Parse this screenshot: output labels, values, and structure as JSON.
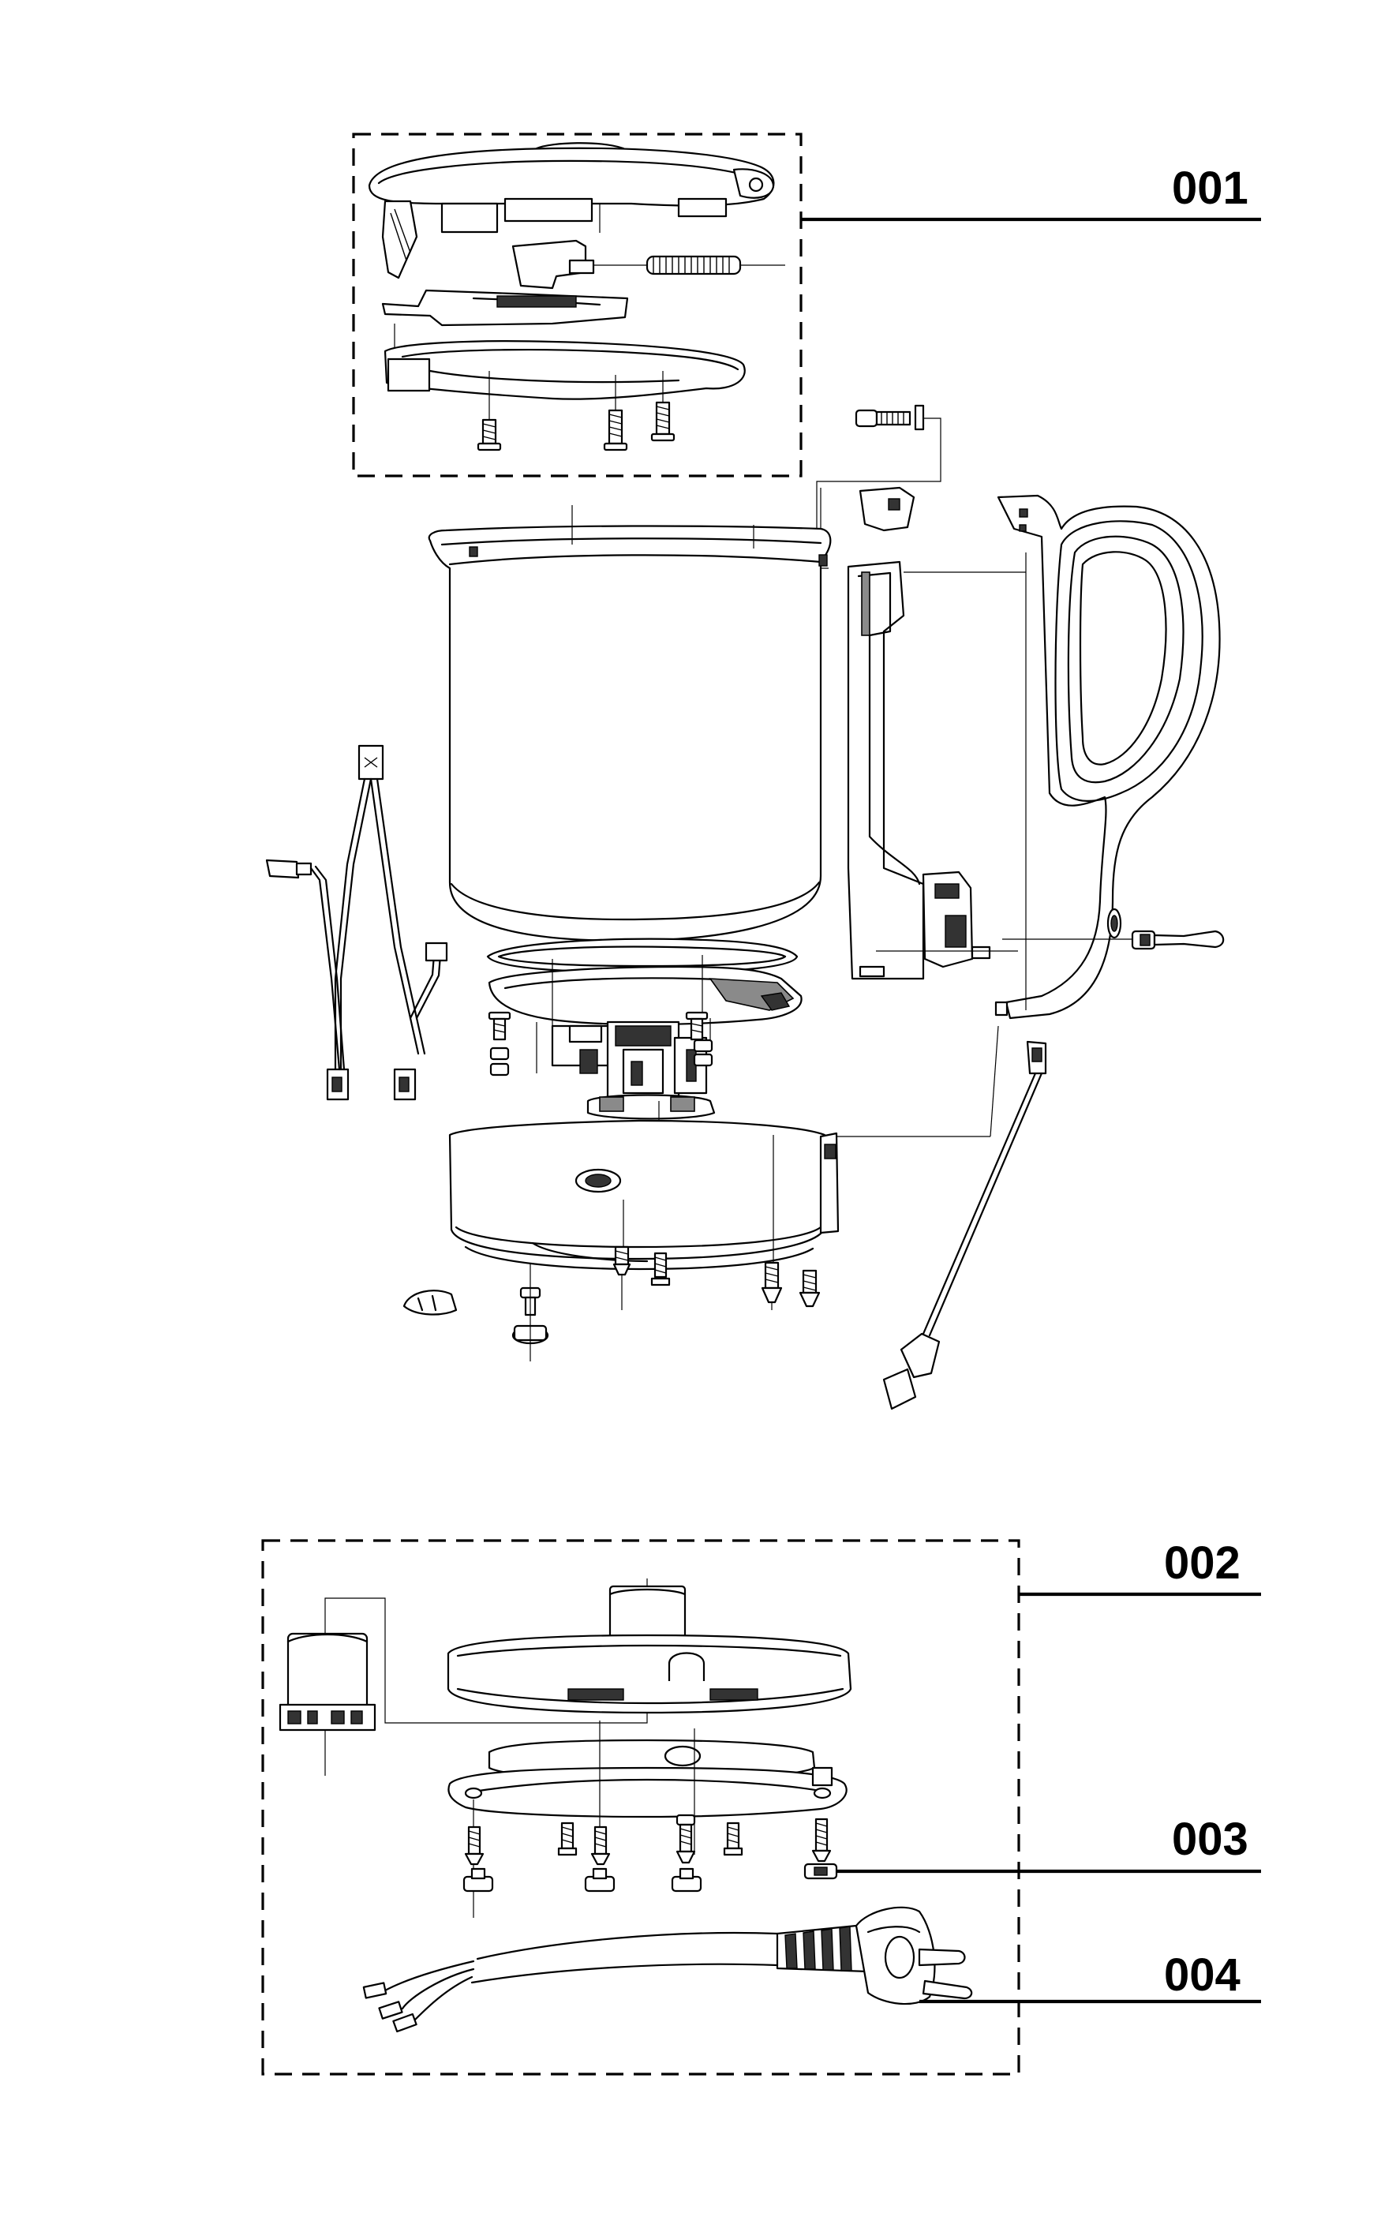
{
  "diagram": {
    "labels": [
      {
        "id": "001",
        "text": "001"
      },
      {
        "id": "002",
        "text": "002"
      },
      {
        "id": "003",
        "text": "003"
      },
      {
        "id": "004",
        "text": "004"
      }
    ]
  }
}
